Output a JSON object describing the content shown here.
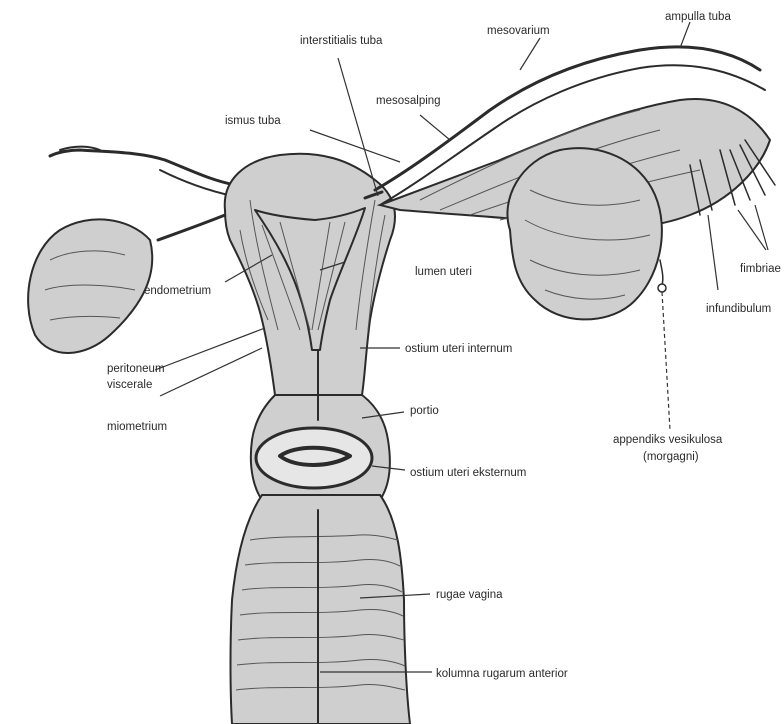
{
  "labels": {
    "interstitialis_tubae": "interstitialis tuba",
    "mesovarium": "mesovarium",
    "ampulla_tubae": "ampulla tuba",
    "isthmus_tubae": "ismus tuba",
    "mesosalping": "mesosalping",
    "endometrium": "endometrium",
    "lumen_uteri": "lumen uteri",
    "fimbriae": "fimbriae",
    "peritoneum_viscerale_line1": "peritoneum",
    "peritoneum_viscerale_line2": "viscerale",
    "ostium_uteri_internum": "ostium uteri internum",
    "infundibulum": "infundibulum",
    "myometrium": "miometrium",
    "portio": "portio",
    "appendix_line1": "appendiks vesikulosa",
    "appendix_line2": "(morgagni)",
    "ostium_uteri_externum": "ostium uteri eksternum",
    "rugae_vaginae": "rugae vagina",
    "columna_rugarum": "kolumna rugarum anterior"
  }
}
